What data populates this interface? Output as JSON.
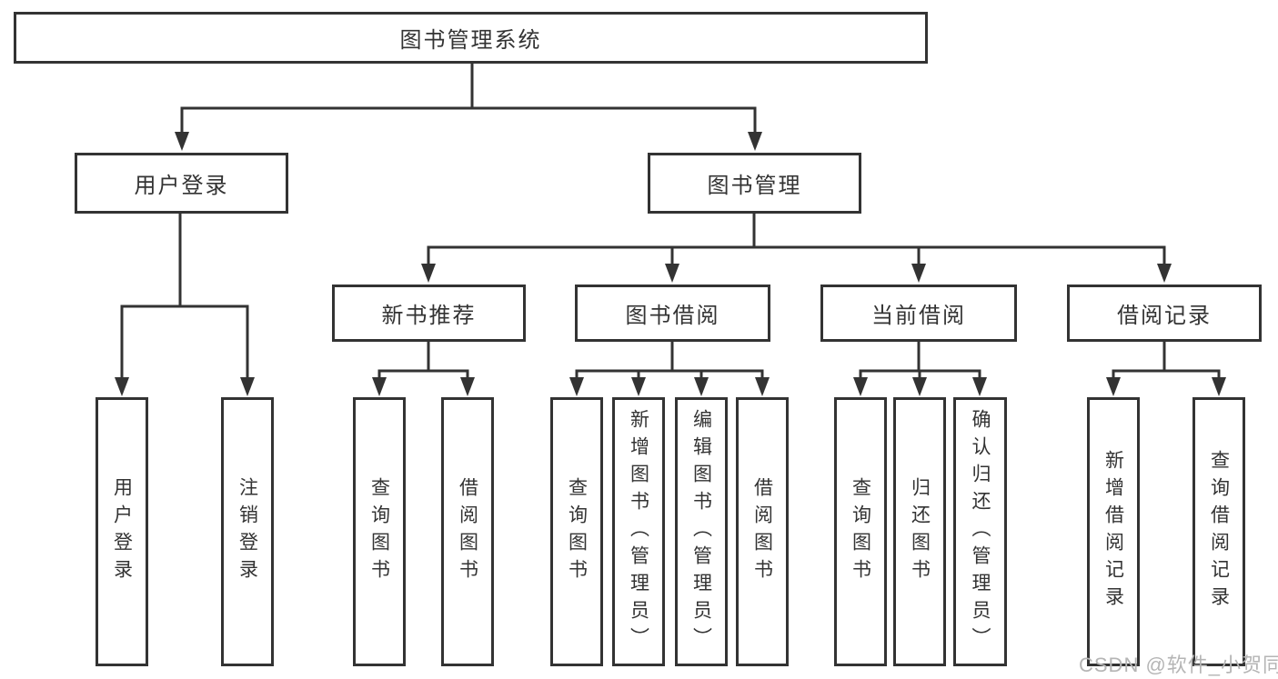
{
  "tree": {
    "root": "图书管理系统",
    "level2": [
      "用户登录",
      "图书管理"
    ],
    "level3": [
      "新书推荐",
      "图书借阅",
      "当前借阅",
      "借阅记录"
    ],
    "leaves": {
      "user_login": [
        "用户登录",
        "注销登录"
      ],
      "new_book": [
        "查询图书",
        "借阅图书"
      ],
      "book_borrow": [
        "查询图书",
        "新增图书（管理员）",
        "编辑图书（管理员）",
        "借阅图书"
      ],
      "current_borrow": [
        "查询图书",
        "归还图书",
        "确认归还（管理员）"
      ],
      "borrow_records": [
        "新增借阅记录",
        "查询借阅记录"
      ]
    }
  },
  "watermark": "CSDN @软件_小贺同学",
  "colors": {
    "line": "#333333",
    "text": "#333333",
    "watermark": "#B5B5B5",
    "background": "#FFFFFF"
  }
}
